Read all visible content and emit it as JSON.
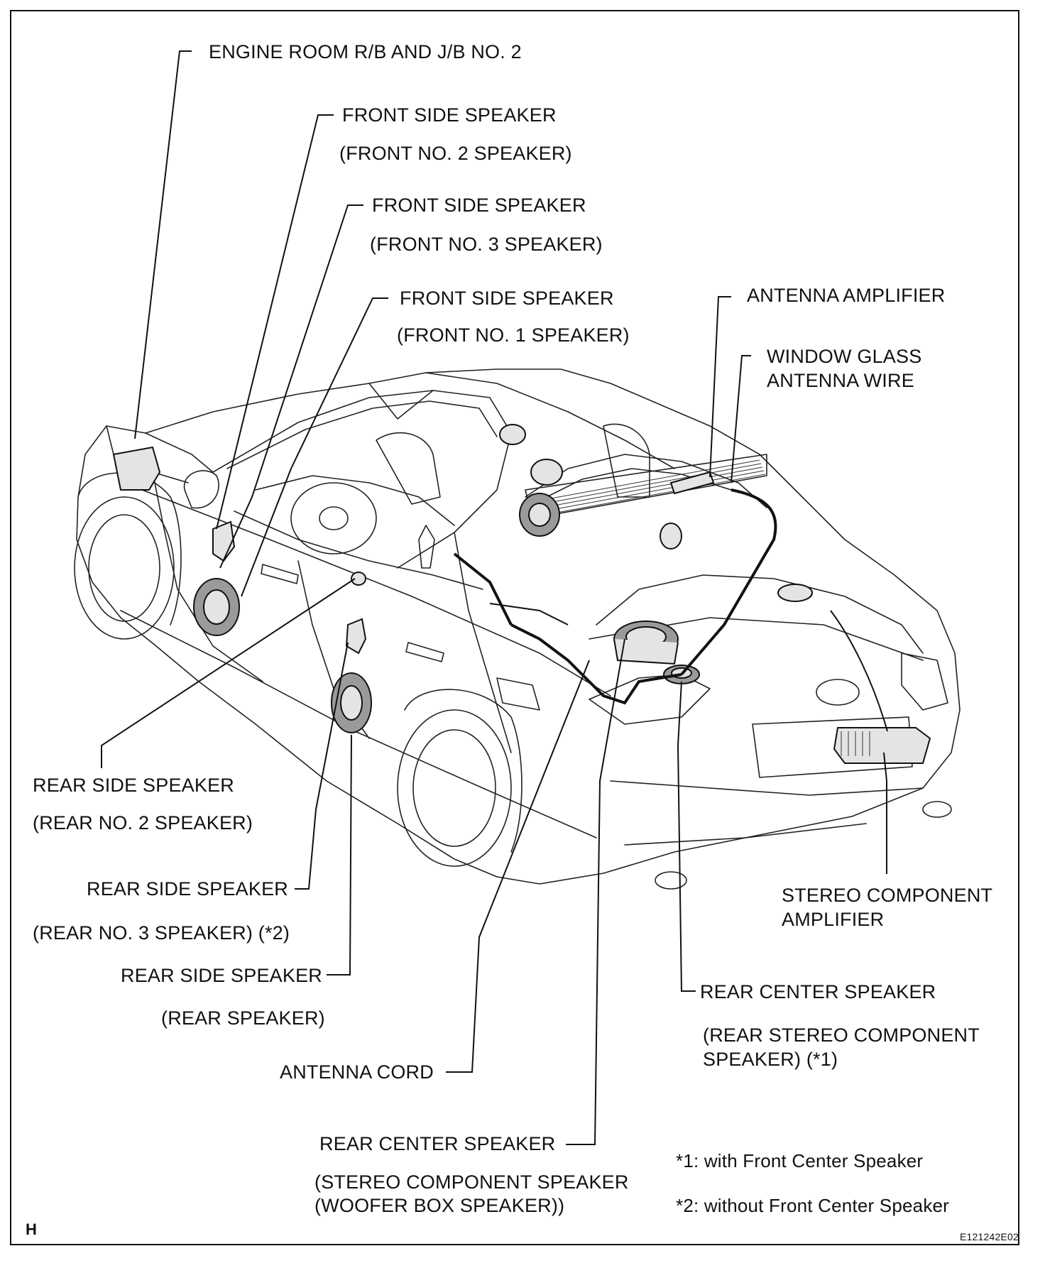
{
  "labels": {
    "engine_room_rb_jb2": "ENGINE ROOM R/B AND J/B NO. 2",
    "front_side_speaker_2": "FRONT SIDE SPEAKER",
    "front_no2_speaker": "(FRONT NO. 2 SPEAKER)",
    "front_side_speaker_3": "FRONT SIDE SPEAKER",
    "front_no3_speaker": "(FRONT NO. 3 SPEAKER)",
    "front_side_speaker_1": "FRONT SIDE SPEAKER",
    "front_no1_speaker": "(FRONT NO. 1 SPEAKER)",
    "antenna_amplifier": "ANTENNA AMPLIFIER",
    "window_glass_line1": "WINDOW GLASS",
    "window_glass_line2": "ANTENNA WIRE",
    "rear_side_speaker_2": "REAR SIDE SPEAKER",
    "rear_no2_speaker": "(REAR NO. 2 SPEAKER)",
    "rear_side_speaker_3": "REAR SIDE SPEAKER",
    "rear_no3_speaker": "(REAR NO. 3 SPEAKER) (*2)",
    "rear_side_speaker_r": "REAR SIDE SPEAKER",
    "rear_speaker": "(REAR SPEAKER)",
    "antenna_cord": "ANTENNA CORD",
    "rear_center_speaker_1": "REAR CENTER SPEAKER",
    "stereo_component_speaker": "(STEREO COMPONENT SPEAKER",
    "woofer_box_speaker": "(WOOFER BOX SPEAKER))",
    "stereo_amp_line1": "STEREO COMPONENT",
    "stereo_amp_line2": "AMPLIFIER",
    "rear_center_speaker_2": "REAR CENTER SPEAKER",
    "rear_stereo_line1": "(REAR STEREO COMPONENT",
    "rear_stereo_line2": "SPEAKER) (*1)"
  },
  "notes": {
    "note1": "*1: with Front Center Speaker",
    "note2": "*2: without Front Center Speaker"
  },
  "footer": {
    "corner_letter": "H",
    "figure_code": "E121242E02"
  }
}
